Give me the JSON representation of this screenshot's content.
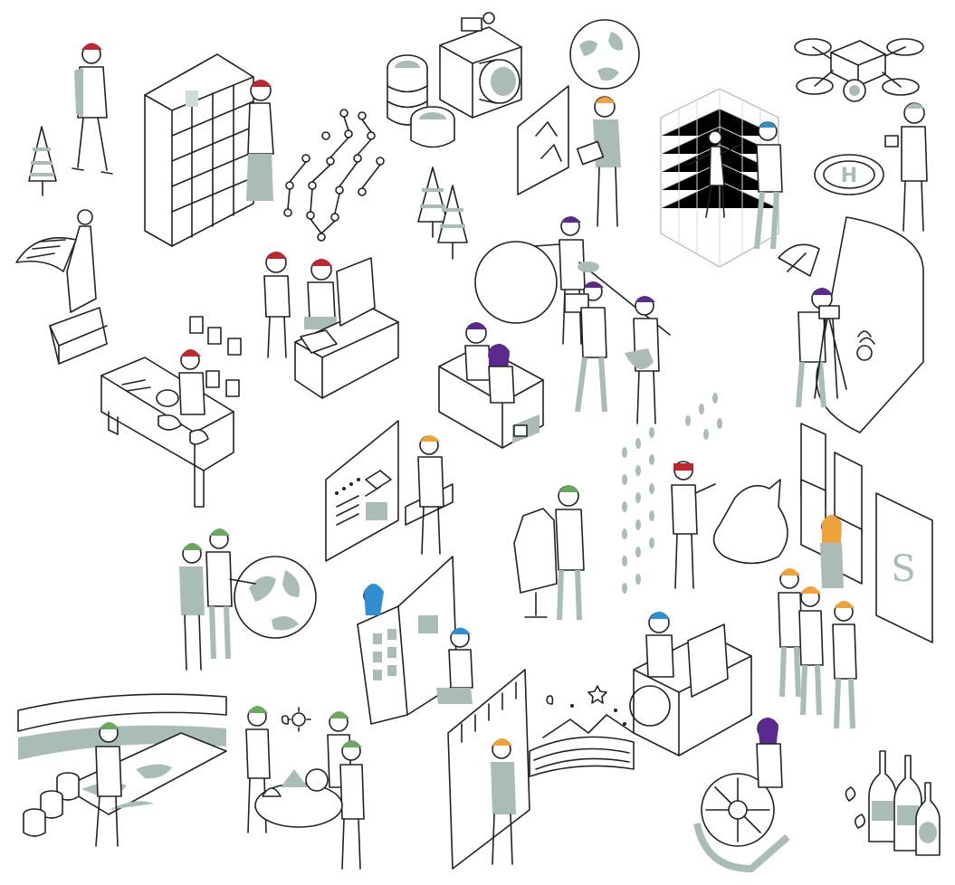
{
  "palette": {
    "ink": "#222222",
    "sage": "#a9bcb5",
    "sage_light": "#cfdcd7",
    "hair_red": "#c0262d",
    "hair_green": "#69a85e",
    "hair_orange": "#f0a23a",
    "hair_blue": "#2f8fd0",
    "hair_purple": "#5b2a8e",
    "background": "#ffffff"
  },
  "helipad": {
    "letter": "H"
  },
  "framed_sign": {
    "letter": "S"
  },
  "vignettes": [
    "walking-person-red-hair",
    "bookshelf-librarian",
    "network-diagram",
    "camera-and-lenses",
    "moon-globe-presenter",
    "drone",
    "helipad",
    "3d-grid-mannequin",
    "winged-statue",
    "programmer-at-desk",
    "film-crew-with-reflector",
    "photographer-studio",
    "sculptor-workbench",
    "seated-interview",
    "ui-designer-screen",
    "vr-player-with-cat",
    "fashion-designer",
    "gallery-frames-and-visitors",
    "globe-discussion",
    "magazine-readers",
    "wheelchair-editor",
    "fabric-dyer",
    "diorama-builders",
    "curtain-stage",
    "landscape-night-sky",
    "film-reel-holder",
    "wine-bottles"
  ]
}
